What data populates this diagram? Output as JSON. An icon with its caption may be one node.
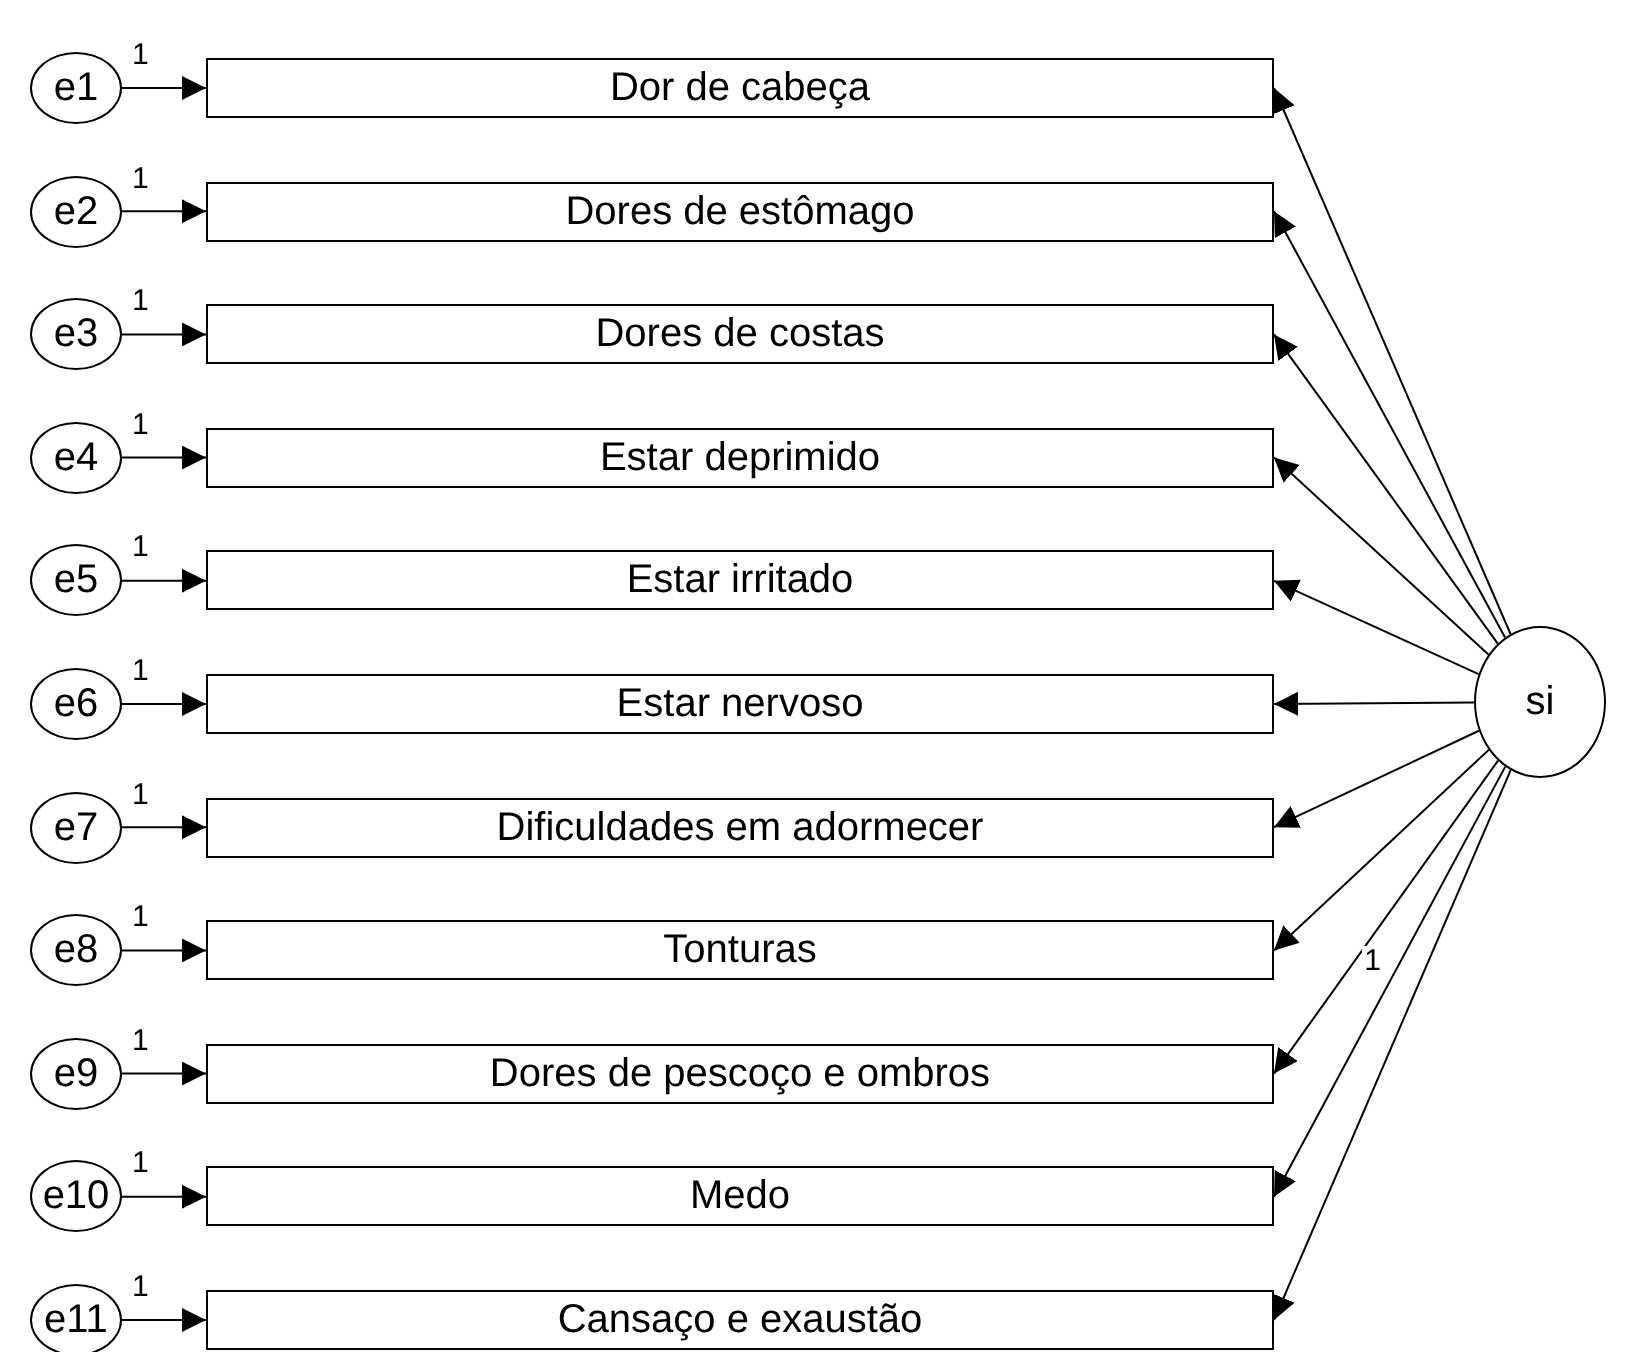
{
  "diagram": {
    "nodes": [
      {
        "text": [
          "e1"
        ]
      },
      {
        "text": [
          "e2"
        ]
      },
      {
        "text": [
          "e3"
        ]
      },
      {
        "text": [
          "e4"
        ]
      },
      {
        "text": [
          "e5"
        ]
      },
      {
        "text": [
          "e6"
        ]
      },
      {
        "text": [
          "e7"
        ]
      },
      {
        "text": [
          "e8"
        ]
      },
      {
        "text": [
          "e9"
        ]
      },
      {
        "text": [
          "e10"
        ]
      },
      {
        "text": [
          "e11"
        ]
      },
      {
        "text": [
          "Dor de cabeça"
        ]
      },
      {
        "text": [
          "Dores de estômago"
        ]
      },
      {
        "text": [
          "Dores de costas"
        ]
      },
      {
        "text": [
          "Estar deprimido"
        ]
      },
      {
        "text": [
          "Estar irritado"
        ]
      },
      {
        "text": [
          "Estar nervoso"
        ]
      },
      {
        "text": [
          "Dificuldades em adormecer"
        ]
      },
      {
        "text": [
          "Tonturas"
        ]
      },
      {
        "text": [
          "Dores de pescoço e ombros"
        ]
      },
      {
        "text": [
          "Medo"
        ]
      },
      {
        "text": [
          "Cansaço e exaustão"
        ]
      },
      {
        "text": [
          "si"
        ]
      }
    ],
    "edges": [
      {
        "from": 0,
        "to": 11,
        "arrow": "to",
        "label": "1"
      },
      {
        "from": 1,
        "to": 12,
        "arrow": "to",
        "label": "1"
      },
      {
        "from": 2,
        "to": 13,
        "arrow": "to",
        "label": "1"
      },
      {
        "from": 3,
        "to": 14,
        "arrow": "to",
        "label": "1"
      },
      {
        "from": 4,
        "to": 15,
        "arrow": "to",
        "label": "1"
      },
      {
        "from": 5,
        "to": 16,
        "arrow": "to",
        "label": "1"
      },
      {
        "from": 6,
        "to": 17,
        "arrow": "to",
        "label": "1"
      },
      {
        "from": 7,
        "to": 18,
        "arrow": "to",
        "label": "1"
      },
      {
        "from": 8,
        "to": 19,
        "arrow": "to",
        "label": "1"
      },
      {
        "from": 9,
        "to": 20,
        "arrow": "to",
        "label": "1"
      },
      {
        "from": 10,
        "to": 21,
        "arrow": "to",
        "label": "1"
      },
      {
        "from": 22,
        "to": 11,
        "arrow": "to"
      },
      {
        "from": 22,
        "to": 12,
        "arrow": "to"
      },
      {
        "from": 22,
        "to": 13,
        "arrow": "to"
      },
      {
        "from": 22,
        "to": 14,
        "arrow": "to"
      },
      {
        "from": 22,
        "to": 15,
        "arrow": "to"
      },
      {
        "from": 22,
        "to": 16,
        "arrow": "to"
      },
      {
        "from": 22,
        "to": 17,
        "arrow": "to"
      },
      {
        "from": 22,
        "to": 18,
        "arrow": "to"
      },
      {
        "from": 22,
        "to": 19,
        "arrow": "to"
      },
      {
        "from": 22,
        "to": 20,
        "arrow": "to",
        "label": "1"
      },
      {
        "from": 22,
        "to": 21,
        "arrow": "to"
      }
    ]
  }
}
